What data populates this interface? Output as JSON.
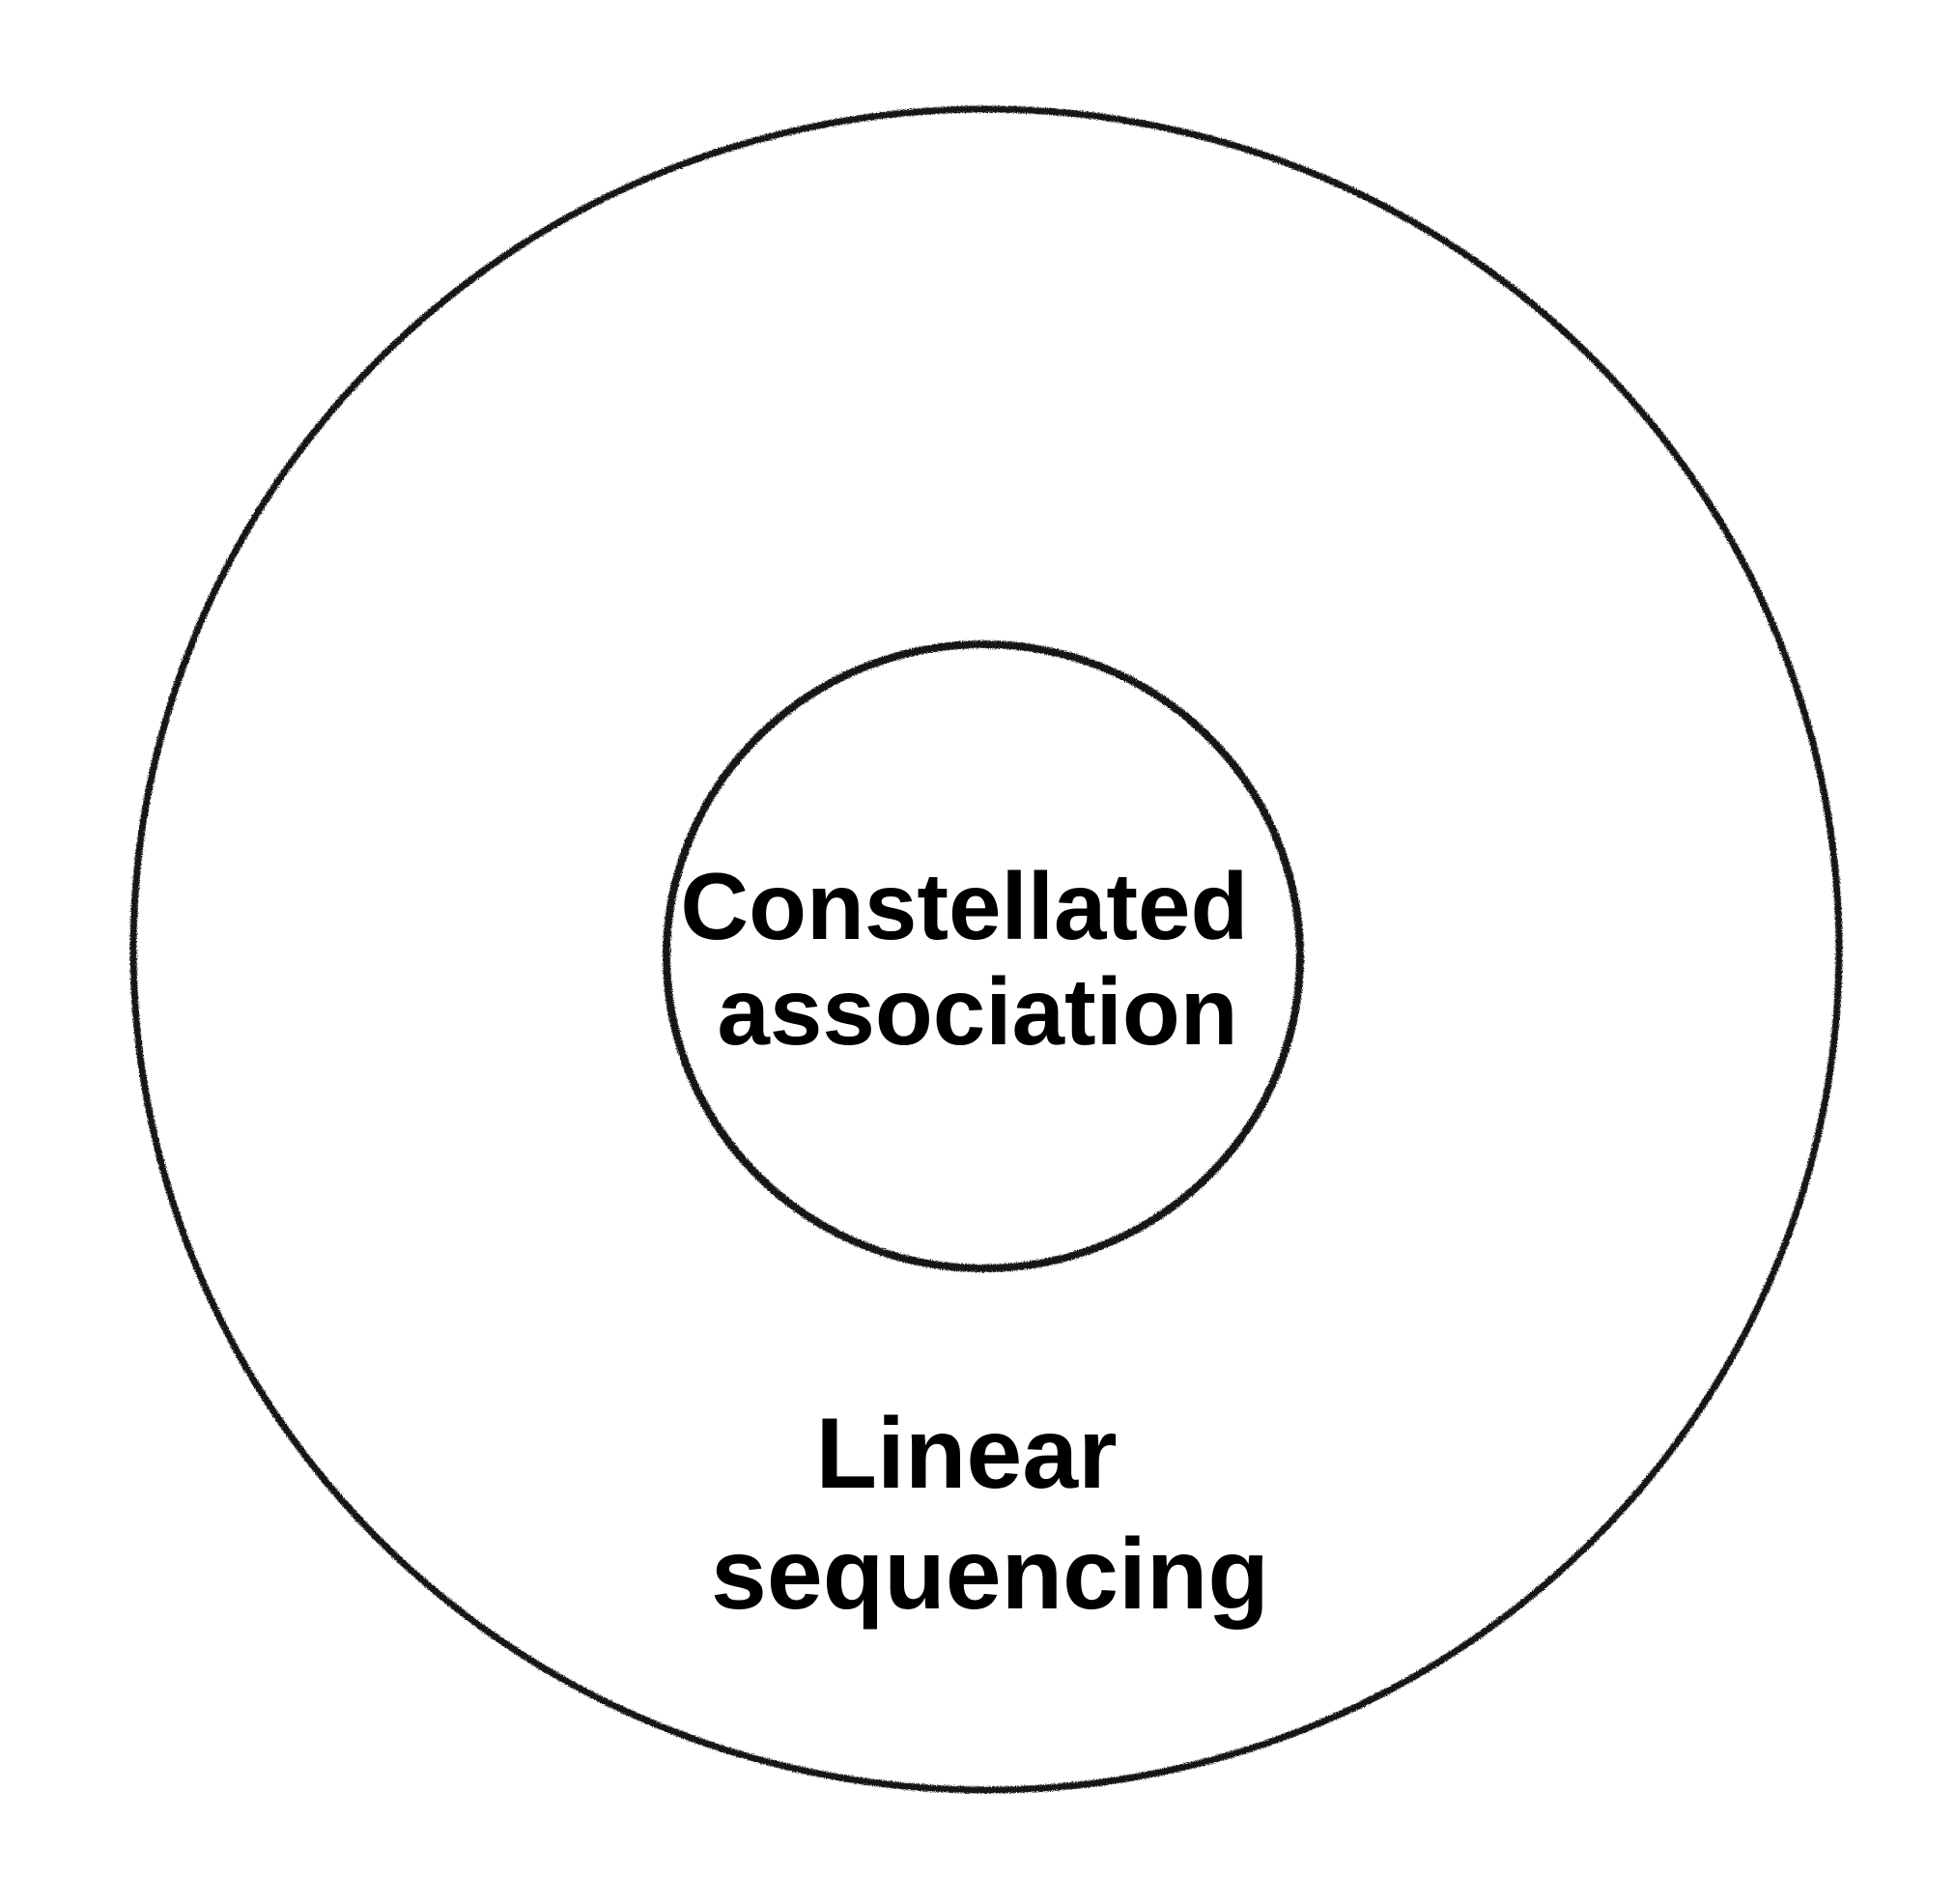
{
  "diagram": {
    "inner_circle": {
      "lines": [
        "Constellated",
        "association"
      ]
    },
    "outer_circle": {
      "lines": [
        "Linear",
        "sequencing"
      ]
    },
    "stroke_color": "#141414",
    "text_color": "#000000",
    "background_color": "#ffffff"
  }
}
